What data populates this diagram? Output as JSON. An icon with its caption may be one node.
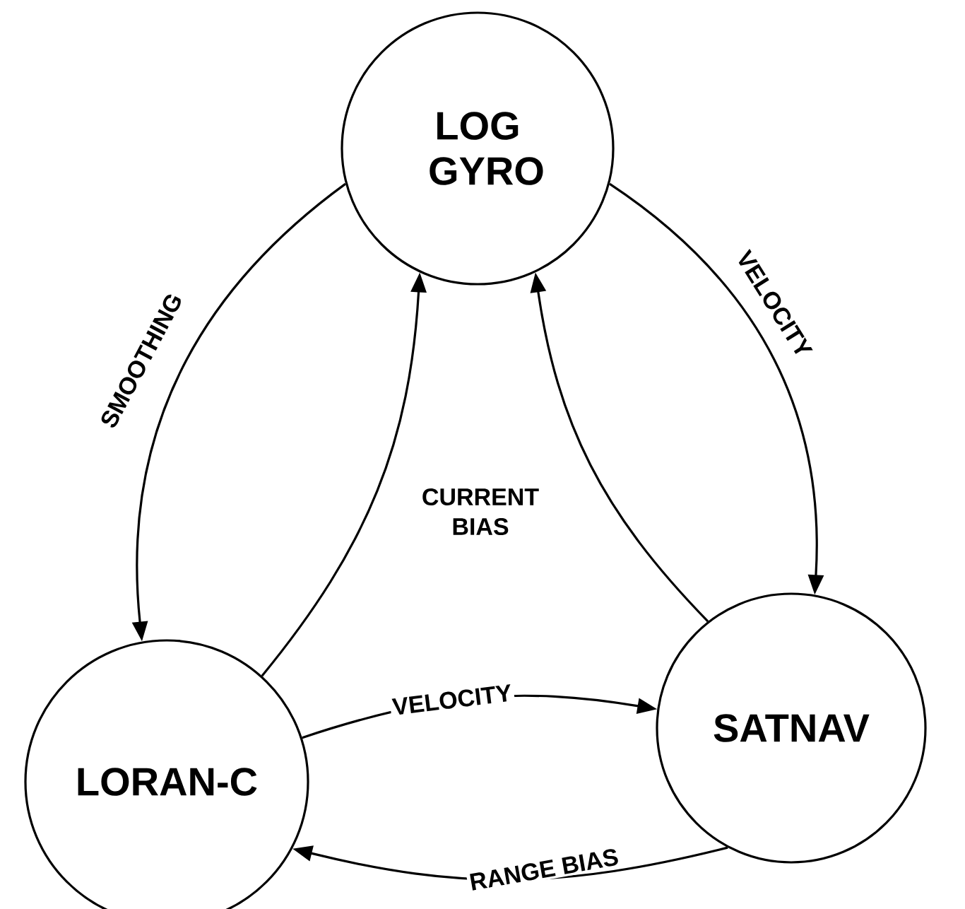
{
  "diagram": {
    "nodes": [
      {
        "text": [
          "LOG GYRO"
        ]
      },
      {
        "text": [
          "LORAN-C"
        ]
      },
      {
        "text": [
          "SATNAV"
        ]
      }
    ],
    "edges": [
      {
        "from": 0,
        "to": 1,
        "arrow": "to",
        "label": "SMOOTHING"
      },
      {
        "from": 0,
        "to": 2,
        "arrow": "to",
        "label": "VELOCITY"
      },
      {
        "from": 1,
        "to": 0,
        "arrow": "to"
      },
      {
        "from": 2,
        "to": 0,
        "arrow": "to"
      },
      {
        "from": 1,
        "to": 2,
        "arrow": "to",
        "label": "VELOCITY"
      },
      {
        "from": 2,
        "to": 1,
        "arrow": "to",
        "label": "RANGE BIAS"
      }
    ],
    "labels": [
      "CURRENT BIAS"
    ]
  }
}
